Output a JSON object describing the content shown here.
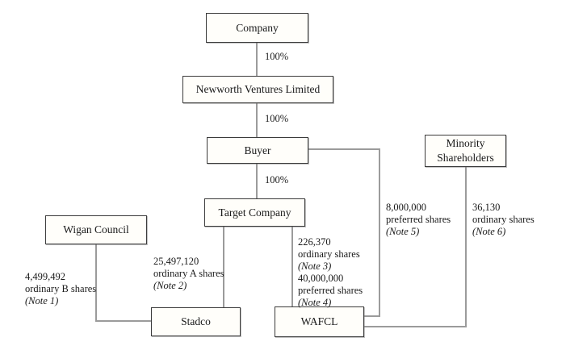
{
  "nodes": {
    "company": {
      "label": "Company"
    },
    "newworth": {
      "label": "Newworth Ventures Limited"
    },
    "buyer": {
      "label": "Buyer"
    },
    "target": {
      "label": "Target Company"
    },
    "minority": {
      "label": "Minority Shareholders"
    },
    "wigan": {
      "label": "Wigan Council"
    },
    "stadco": {
      "label": "Stadco"
    },
    "wafcl": {
      "label": "WAFCL"
    }
  },
  "edges": {
    "company_to_newworth": {
      "label": "100%"
    },
    "newworth_to_buyer": {
      "label": "100%"
    },
    "buyer_to_target": {
      "label": "100%"
    }
  },
  "share_labels": {
    "note1": {
      "lines": [
        "4,499,492",
        "ordinary B shares"
      ],
      "note": "(Note 1)"
    },
    "note2": {
      "lines": [
        "25,497,120",
        "ordinary A shares"
      ],
      "note": "(Note 2)"
    },
    "note3": {
      "lines": [
        "226,370",
        "ordinary shares"
      ],
      "note": "(Note 3)"
    },
    "note4": {
      "lines": [
        "40,000,000",
        "preferred shares"
      ],
      "note": "(Note 4)"
    },
    "note5": {
      "lines": [
        "8,000,000",
        "preferred shares"
      ],
      "note": "(Note 5)"
    },
    "note6": {
      "lines": [
        "36,130",
        "ordinary shares"
      ],
      "note": "(Note 6)"
    }
  },
  "colors": {
    "line": "#9b9b9b",
    "box_border": "#3b3b3b",
    "box_background": "#fffefa",
    "text": "#1a1a1a",
    "page_background": "#ffffff"
  }
}
